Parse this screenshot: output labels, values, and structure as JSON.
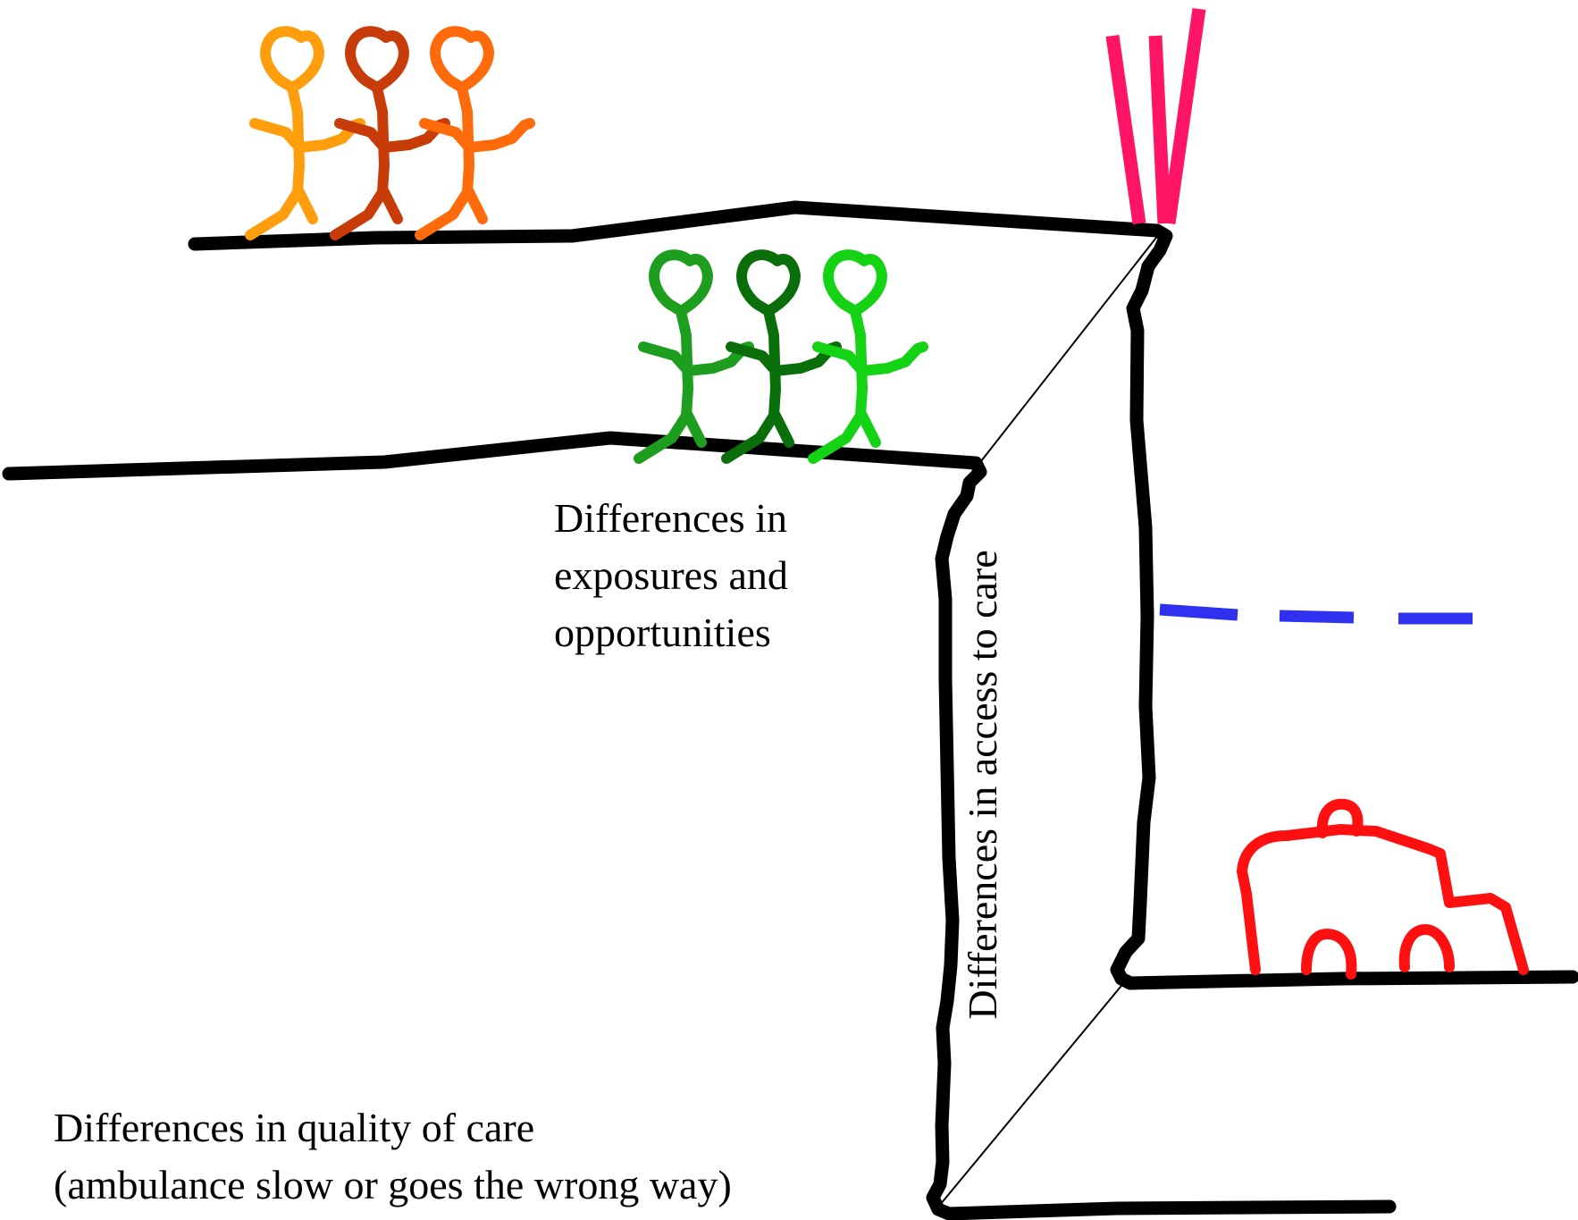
{
  "labels": {
    "exposures_line1": "Differences in",
    "exposures_line2": "exposures and",
    "exposures_line3": "opportunities",
    "access": "Differences in access to care",
    "quality_line1": "Differences in quality of care",
    "quality_line2": "(ambulance slow or goes the wrong way)"
  },
  "colors": {
    "cliff_line": "#000000",
    "orange_people": [
      "#ff9e0c",
      "#c83c0a",
      "#ff6a0a"
    ],
    "green_people": [
      "#1e9e1e",
      "#0a6e0a",
      "#14d214"
    ],
    "falling_marks": "#ff1466",
    "dashed_path": "#3030f0",
    "ambulance": "#ff1010"
  },
  "icons": [
    "stick-figure-icon",
    "falling-person-icon",
    "ambulance-icon"
  ]
}
